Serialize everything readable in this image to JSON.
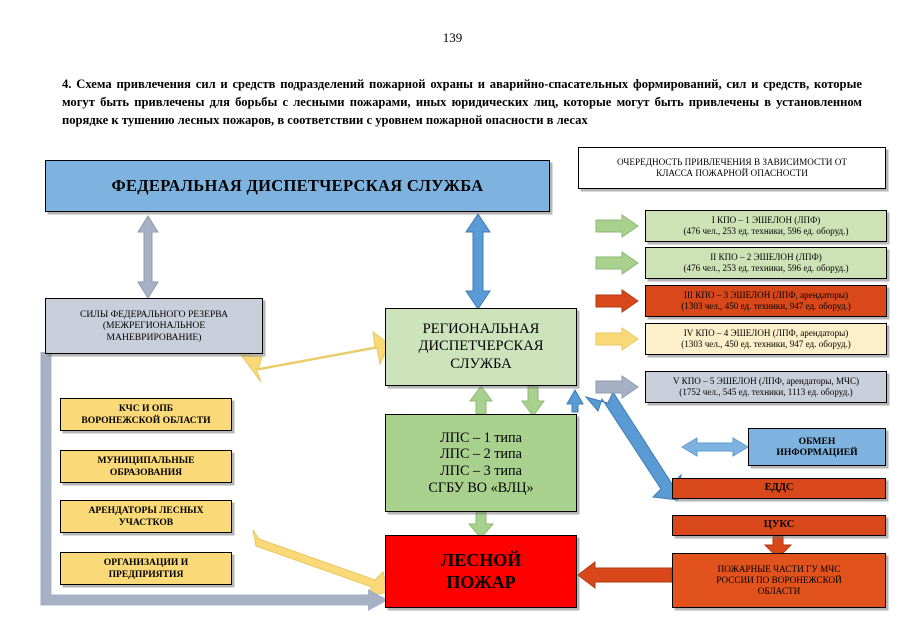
{
  "page": {
    "number": "139",
    "intro": "4. Схема привлечения сил и средств подразделений пожарной охраны и аварийно-спасательных формирований, сил и средств, которые могут быть привлечены для борьбы с лесными пожарами, иных юридических лиц, которые могут быть привлечены в установленном порядке к тушению лесных пожаров, в соответствии с уровнем пожарной опасности в лесах"
  },
  "colors": {
    "blue_box": "#7EB3DF",
    "gray_box": "#C9CEDB",
    "green_light": "#CCE3BB",
    "green_mid": "#A9D18E",
    "red": "#FF0000",
    "yellow_box": "#FAD978",
    "orange": "#D8481A",
    "orange_light": "#E1521D",
    "cream": "#FBF0C9",
    "arrow_green": "#A9D18E",
    "arrow_orange": "#D8481A",
    "arrow_yellow": "#FAD978",
    "arrow_gray": "#A6B1C3",
    "arrow_blue": "#5B9BD5"
  },
  "boxes": {
    "fed_dispatch": "ФЕДЕРАЛЬНАЯ ДИСПЕТЧЕРСКАЯ СЛУЖБА",
    "fed_reserve": [
      "СИЛЫ ФЕДЕРАЛЬНОГО РЕЗЕРВА",
      "(МЕЖРЕГИОНАЛЬНОЕ",
      "МАНЕВРИРОВАНИЕ)"
    ],
    "regional_dispatch": [
      "РЕГИОНАЛЬНАЯ",
      "ДИСПЕТЧЕРСКАЯ",
      "СЛУЖБА"
    ],
    "lps": [
      "ЛПС – 1 типа",
      "ЛПС – 2 типа",
      "ЛПС – 3 типа",
      "СГБУ ВО «ВЛЦ»"
    ],
    "forest_fire": [
      "ЛЕСНОЙ",
      "ПОЖАР"
    ],
    "exchange": [
      "ОБМЕН",
      "ИНФОРМАЦИЕЙ"
    ],
    "eddc": "ЕДДС",
    "cuks": "ЦУКС",
    "fire_units": [
      "ПОЖАРНЫЕ ЧАСТИ ГУ МЧС",
      "РОССИИ ПО ВОРОНЕЖСКОЙ",
      "ОБЛАСТИ"
    ]
  },
  "participants": [
    {
      "id": "kchs",
      "lines": [
        "КЧС И ОПБ",
        "ВОРОНЕЖСКОЙ ОБЛАСТИ"
      ]
    },
    {
      "id": "municipal",
      "lines": [
        "МУНИЦИПАЛЬНЫЕ",
        "ОБРАЗОВАНИЯ"
      ]
    },
    {
      "id": "tenants",
      "lines": [
        "АРЕНДАТОРЫ ЛЕСНЫХ",
        "УЧАСТКОВ"
      ]
    },
    {
      "id": "orgs",
      "lines": [
        "ОРГАНИЗАЦИИ И",
        "ПРЕДПРИЯТИЯ"
      ]
    }
  ],
  "legend": {
    "header": [
      "ОЧЕРЕДНОСТЬ ПРИВЛЕЧЕНИЯ В ЗАВИСИМОСТИ ОТ",
      "КЛАССА ПОЖАРНОЙ ОПАСНОСТИ"
    ],
    "echelons": [
      {
        "id": "e1",
        "title": "I КПО – 1 ЭШЕЛОН (ЛПФ)",
        "detail": "(476 чел., 253 ед. техники, 596 ед. оборуд.)",
        "arrow_color": "#A9D18E",
        "box_color": "#CDE3B6"
      },
      {
        "id": "e2",
        "title": "II КПО – 2 ЭШЕЛОН (ЛПФ)",
        "detail": "(476 чел., 253 ед. техники, 596 ед. оборуд.)",
        "arrow_color": "#A9D18E",
        "box_color": "#CDE3B6"
      },
      {
        "id": "e3",
        "title": "III КПО – 3 ЭШЕЛОН (ЛПФ, арендаторы)",
        "detail": "(1303 чел., 450 ед. техники, 947 ед. оборуд.)",
        "arrow_color": "#D8481A",
        "box_color": "#D8481A"
      },
      {
        "id": "e4",
        "title": "IV КПО – 4 ЭШЕЛОН (ЛПФ, арендаторы)",
        "detail": "(1303 чел., 450 ед. техники, 947 ед. оборуд.)",
        "arrow_color": "#FAD978",
        "box_color": "#FBF0C9"
      },
      {
        "id": "e5",
        "title": "V КПО – 5 ЭШЕЛОН (ЛПФ, арендаторы, МЧС)",
        "detail": "(1752 чел., 545 ед. техники, 1113 ед. оборуд.)",
        "arrow_color": "#A6B1C3",
        "box_color": "#C9CEDB"
      }
    ]
  }
}
